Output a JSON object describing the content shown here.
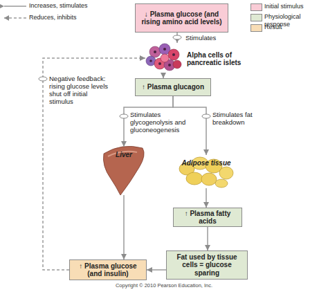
{
  "diagram": {
    "nodes": [
      {
        "text": [
          "↓ Plasma glucose (and rising amino acid levels)"
        ]
      },
      {
        "text": [
          "Alpha cells of pancreatic islets"
        ]
      },
      {
        "text": [
          "↑ Plasma glucagon"
        ]
      },
      {
        "text": [
          "Liver"
        ]
      },
      {
        "text": [
          "Adipose tissue"
        ]
      },
      {
        "text": [
          "↑ Plasma fatty acids"
        ]
      },
      {
        "text": [
          "Fat used by tissue cells = glucose sparing"
        ]
      },
      {
        "text": [
          "↑ Plasma glucose (and insulin)"
        ]
      }
    ],
    "edges": [
      {
        "from": 0,
        "to": 1,
        "arrow": "to",
        "label": "Stimulates"
      },
      {
        "from": 1,
        "to": 2,
        "arrow": "to"
      },
      {
        "from": 2,
        "to": 3,
        "arrow": "to",
        "label": "Stimulates glycogenolysis and gluconeogenesis"
      },
      {
        "from": 2,
        "to": 4,
        "arrow": "to",
        "label": "Stimulates fat breakdown"
      },
      {
        "from": 4,
        "to": 5,
        "arrow": "to"
      },
      {
        "from": 5,
        "to": 6,
        "arrow": "to"
      },
      {
        "from": 6,
        "to": 7,
        "arrow": "to"
      },
      {
        "from": 3,
        "to": 7,
        "arrow": "to"
      },
      {
        "from": 7,
        "to": 1,
        "arrow": "to",
        "label": "Negative feedback: rising glucose levels shut off initial stimulus"
      }
    ],
    "labels": [
      "Copyright © 2010 Pearson Education, Inc."
    ],
    "legend": [
      {
        "text": "Increases, stimulates"
      },
      {
        "text": "Reduces, inhibits"
      },
      {
        "text": "Initial stimulus",
        "color": "#f9ccd6"
      },
      {
        "text": "Physiological response",
        "color": "#dfe9d3"
      },
      {
        "text": "Result",
        "color": "#f8ddb6"
      }
    ]
  }
}
